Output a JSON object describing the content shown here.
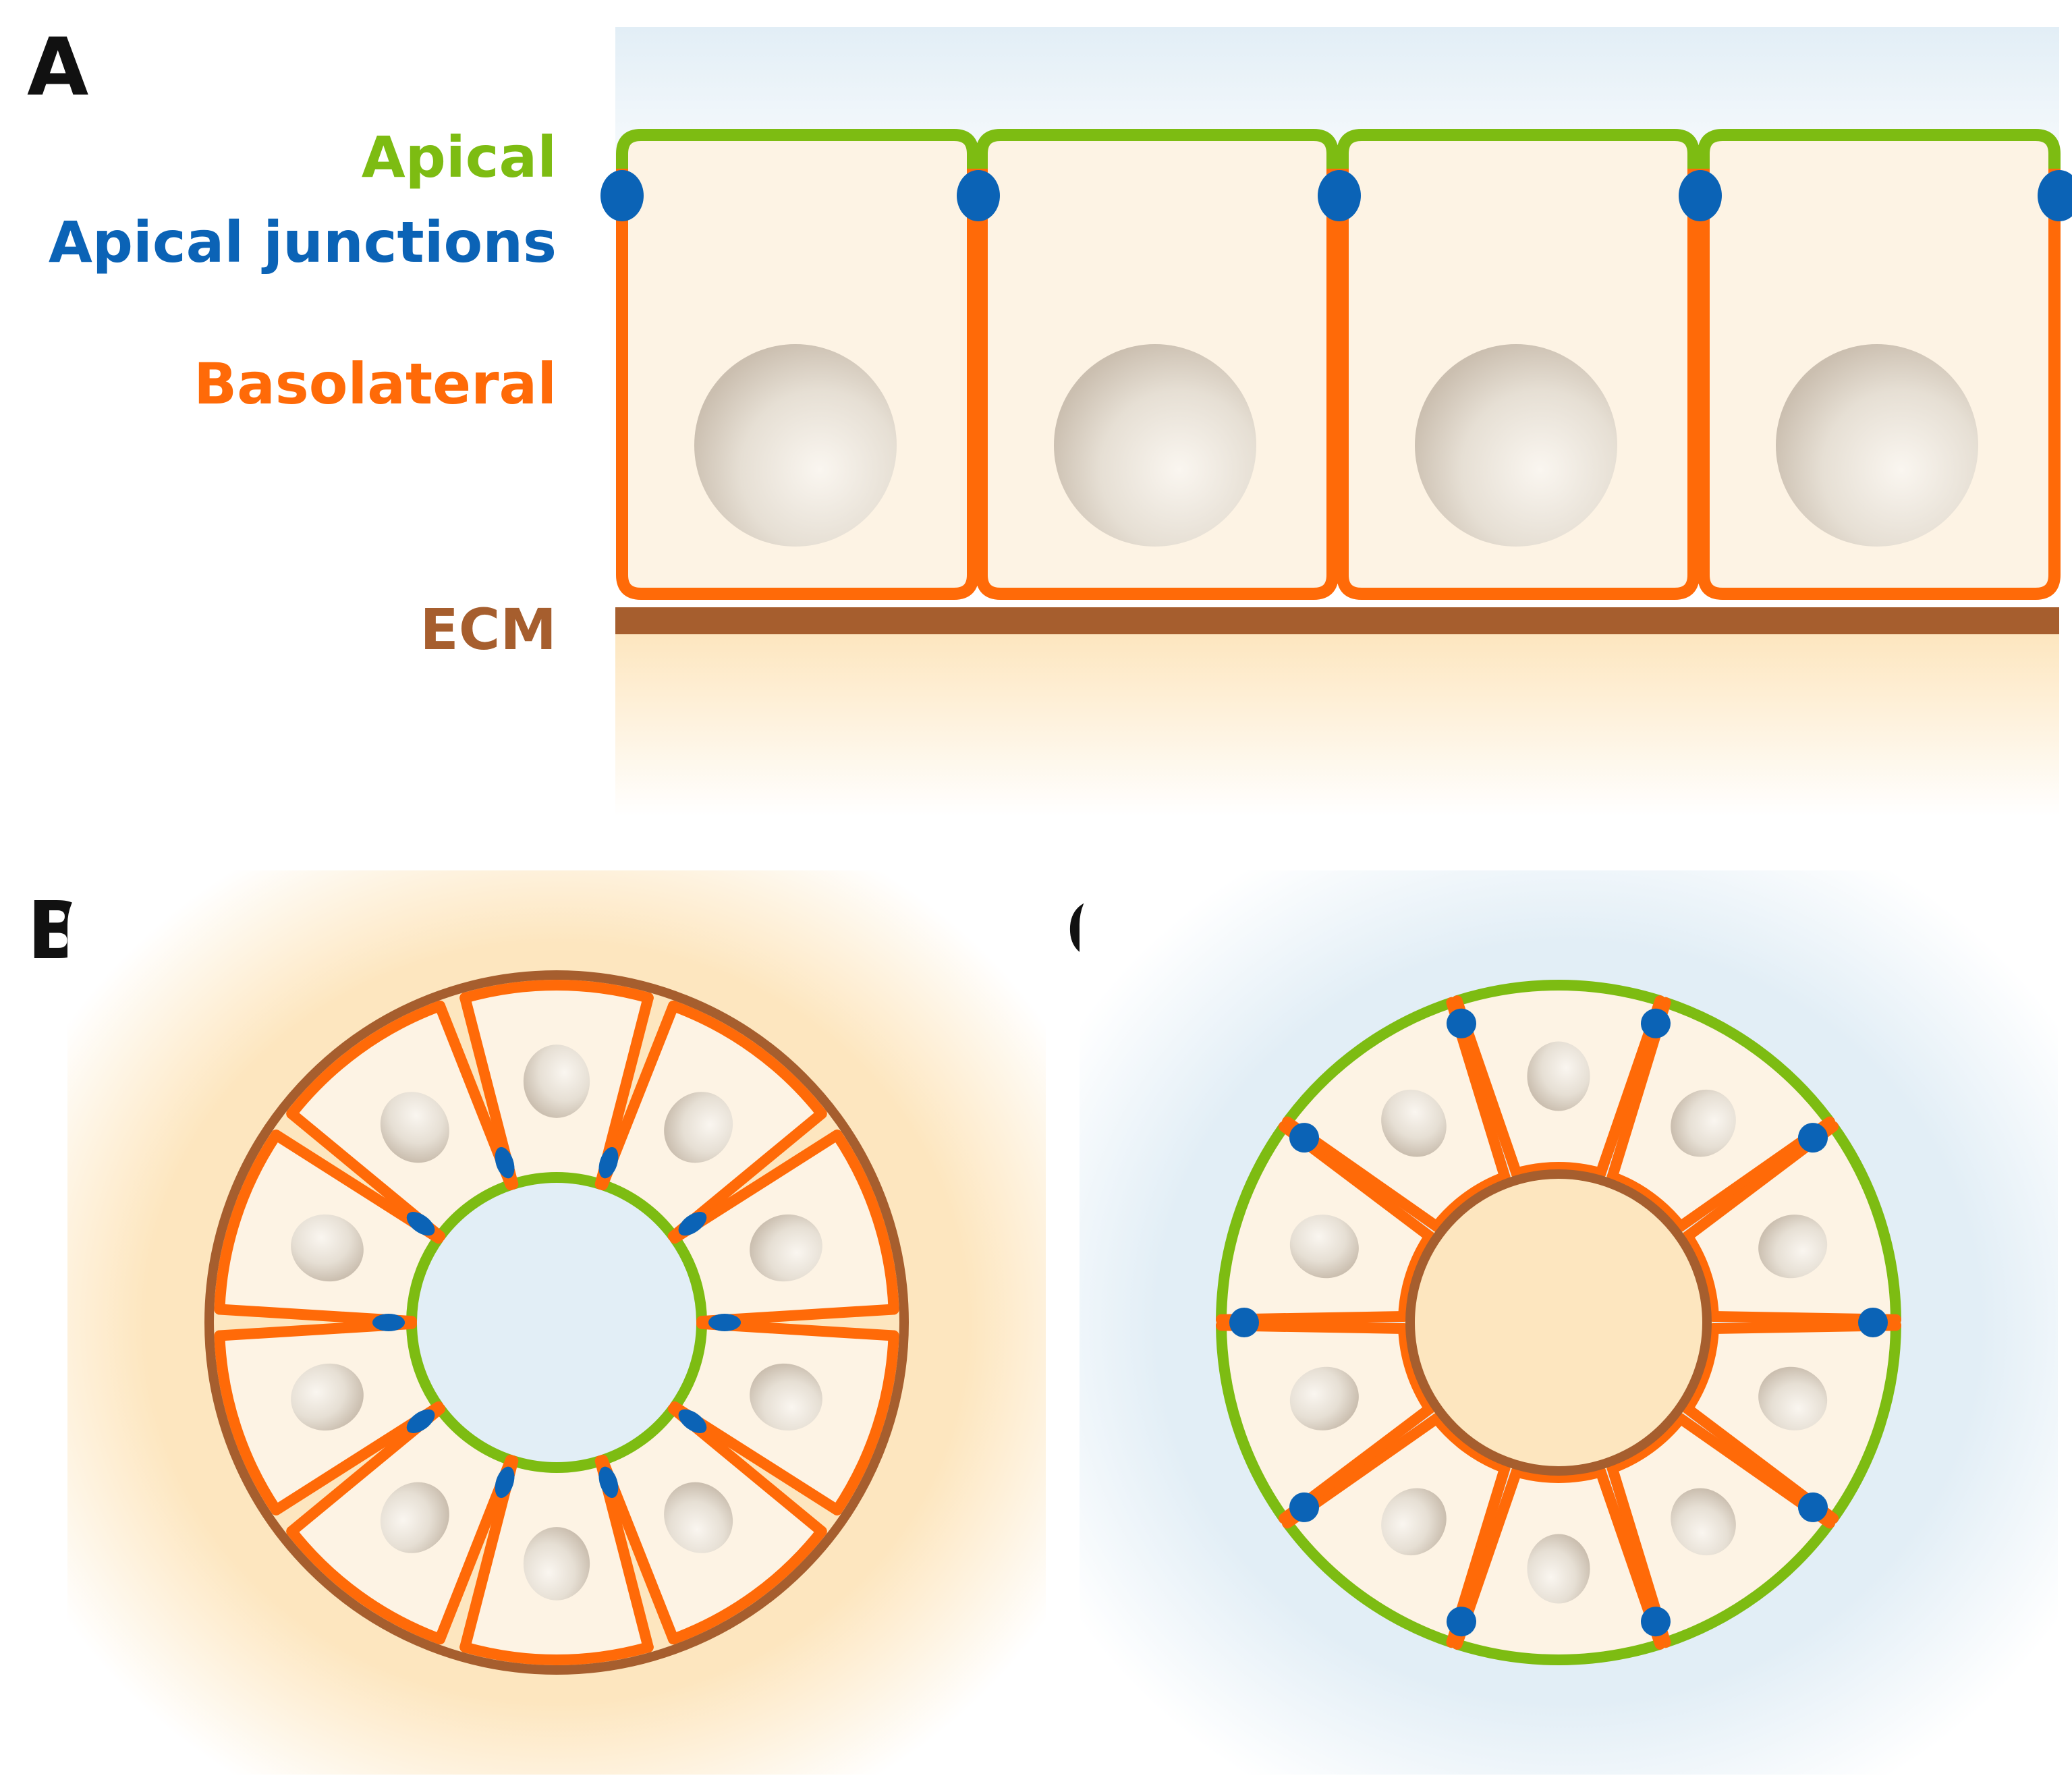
{
  "panels": [
    {
      "letter": "A"
    },
    {
      "letter": "B"
    },
    {
      "letter": "C"
    }
  ],
  "legend": {
    "apical": "Apical",
    "apical_junctions": "Apical junctions",
    "basolateral": "Basolateral",
    "ecm": "ECM"
  },
  "colors": {
    "apical": "#7dbc12",
    "apical_junctions": "#0b63b6",
    "basolateral": "#ff6a08",
    "ecm": "#a65e2e",
    "cytoplasm": "#fdf3e4",
    "nucleus": "#dcd3c6",
    "lumen_blue": "#e2eef6",
    "matrix_tan": "#fde6bf"
  }
}
